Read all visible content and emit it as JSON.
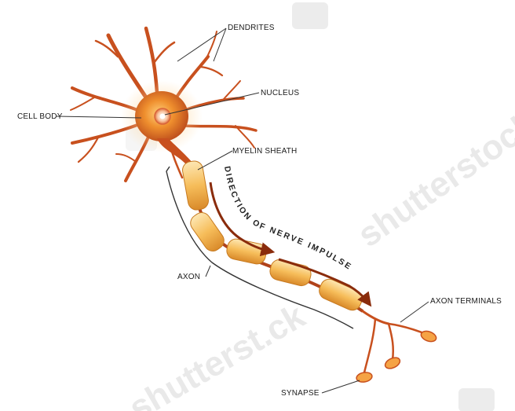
{
  "labels": {
    "dendrites": "DENDRITES",
    "nucleus": "NUCLEUS",
    "cell_body": "CELL BODY",
    "myelin_sheath": "MYELIN SHEATH",
    "axon": "AXON",
    "axon_terminals": "AXON TERMINALS",
    "synapse": "SYNAPSE"
  },
  "direction_text": "DIRECTION OF NERVE IMPULSE",
  "watermarks": [
    "shutterstock",
    "shutterst.ck"
  ],
  "colors": {
    "background": "#ffffff",
    "dendrite": "#c8501e",
    "cell_body_center": "#f7a23c",
    "cell_body_edge": "#c0501a",
    "myelin": "#f6bd5a",
    "myelin_highlight": "#fde7b4",
    "arrow": "#8a2c0c",
    "leader_line": "#333333",
    "watermark": "#e9e9e9"
  }
}
